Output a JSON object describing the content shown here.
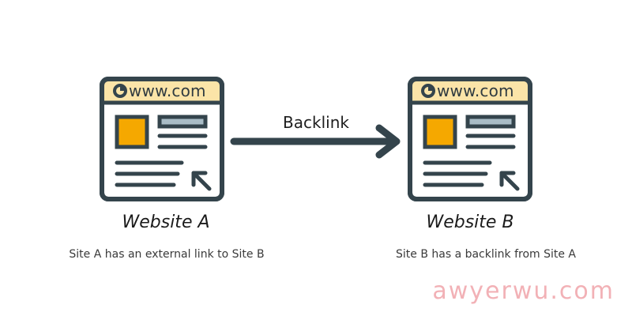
{
  "diagram": {
    "arrow_label": "Backlink",
    "site_a": {
      "url": "www.com",
      "name": "Website A",
      "caption": "Site A has an external link to Site B"
    },
    "site_b": {
      "url": "www.com",
      "name": "Website B",
      "caption": "Site B has a backlink from Site A"
    }
  },
  "watermark": "awyerwu.com",
  "colors": {
    "outline": "#34444c",
    "header_fill": "#fbe4a8",
    "image_fill": "#f5a800",
    "bar_fill": "#a9bcc6",
    "body_fill": "#ffffff"
  },
  "icons": [
    "browser-window-icon",
    "globe-icon",
    "arrow-up-left-icon",
    "arrow-right-icon"
  ]
}
